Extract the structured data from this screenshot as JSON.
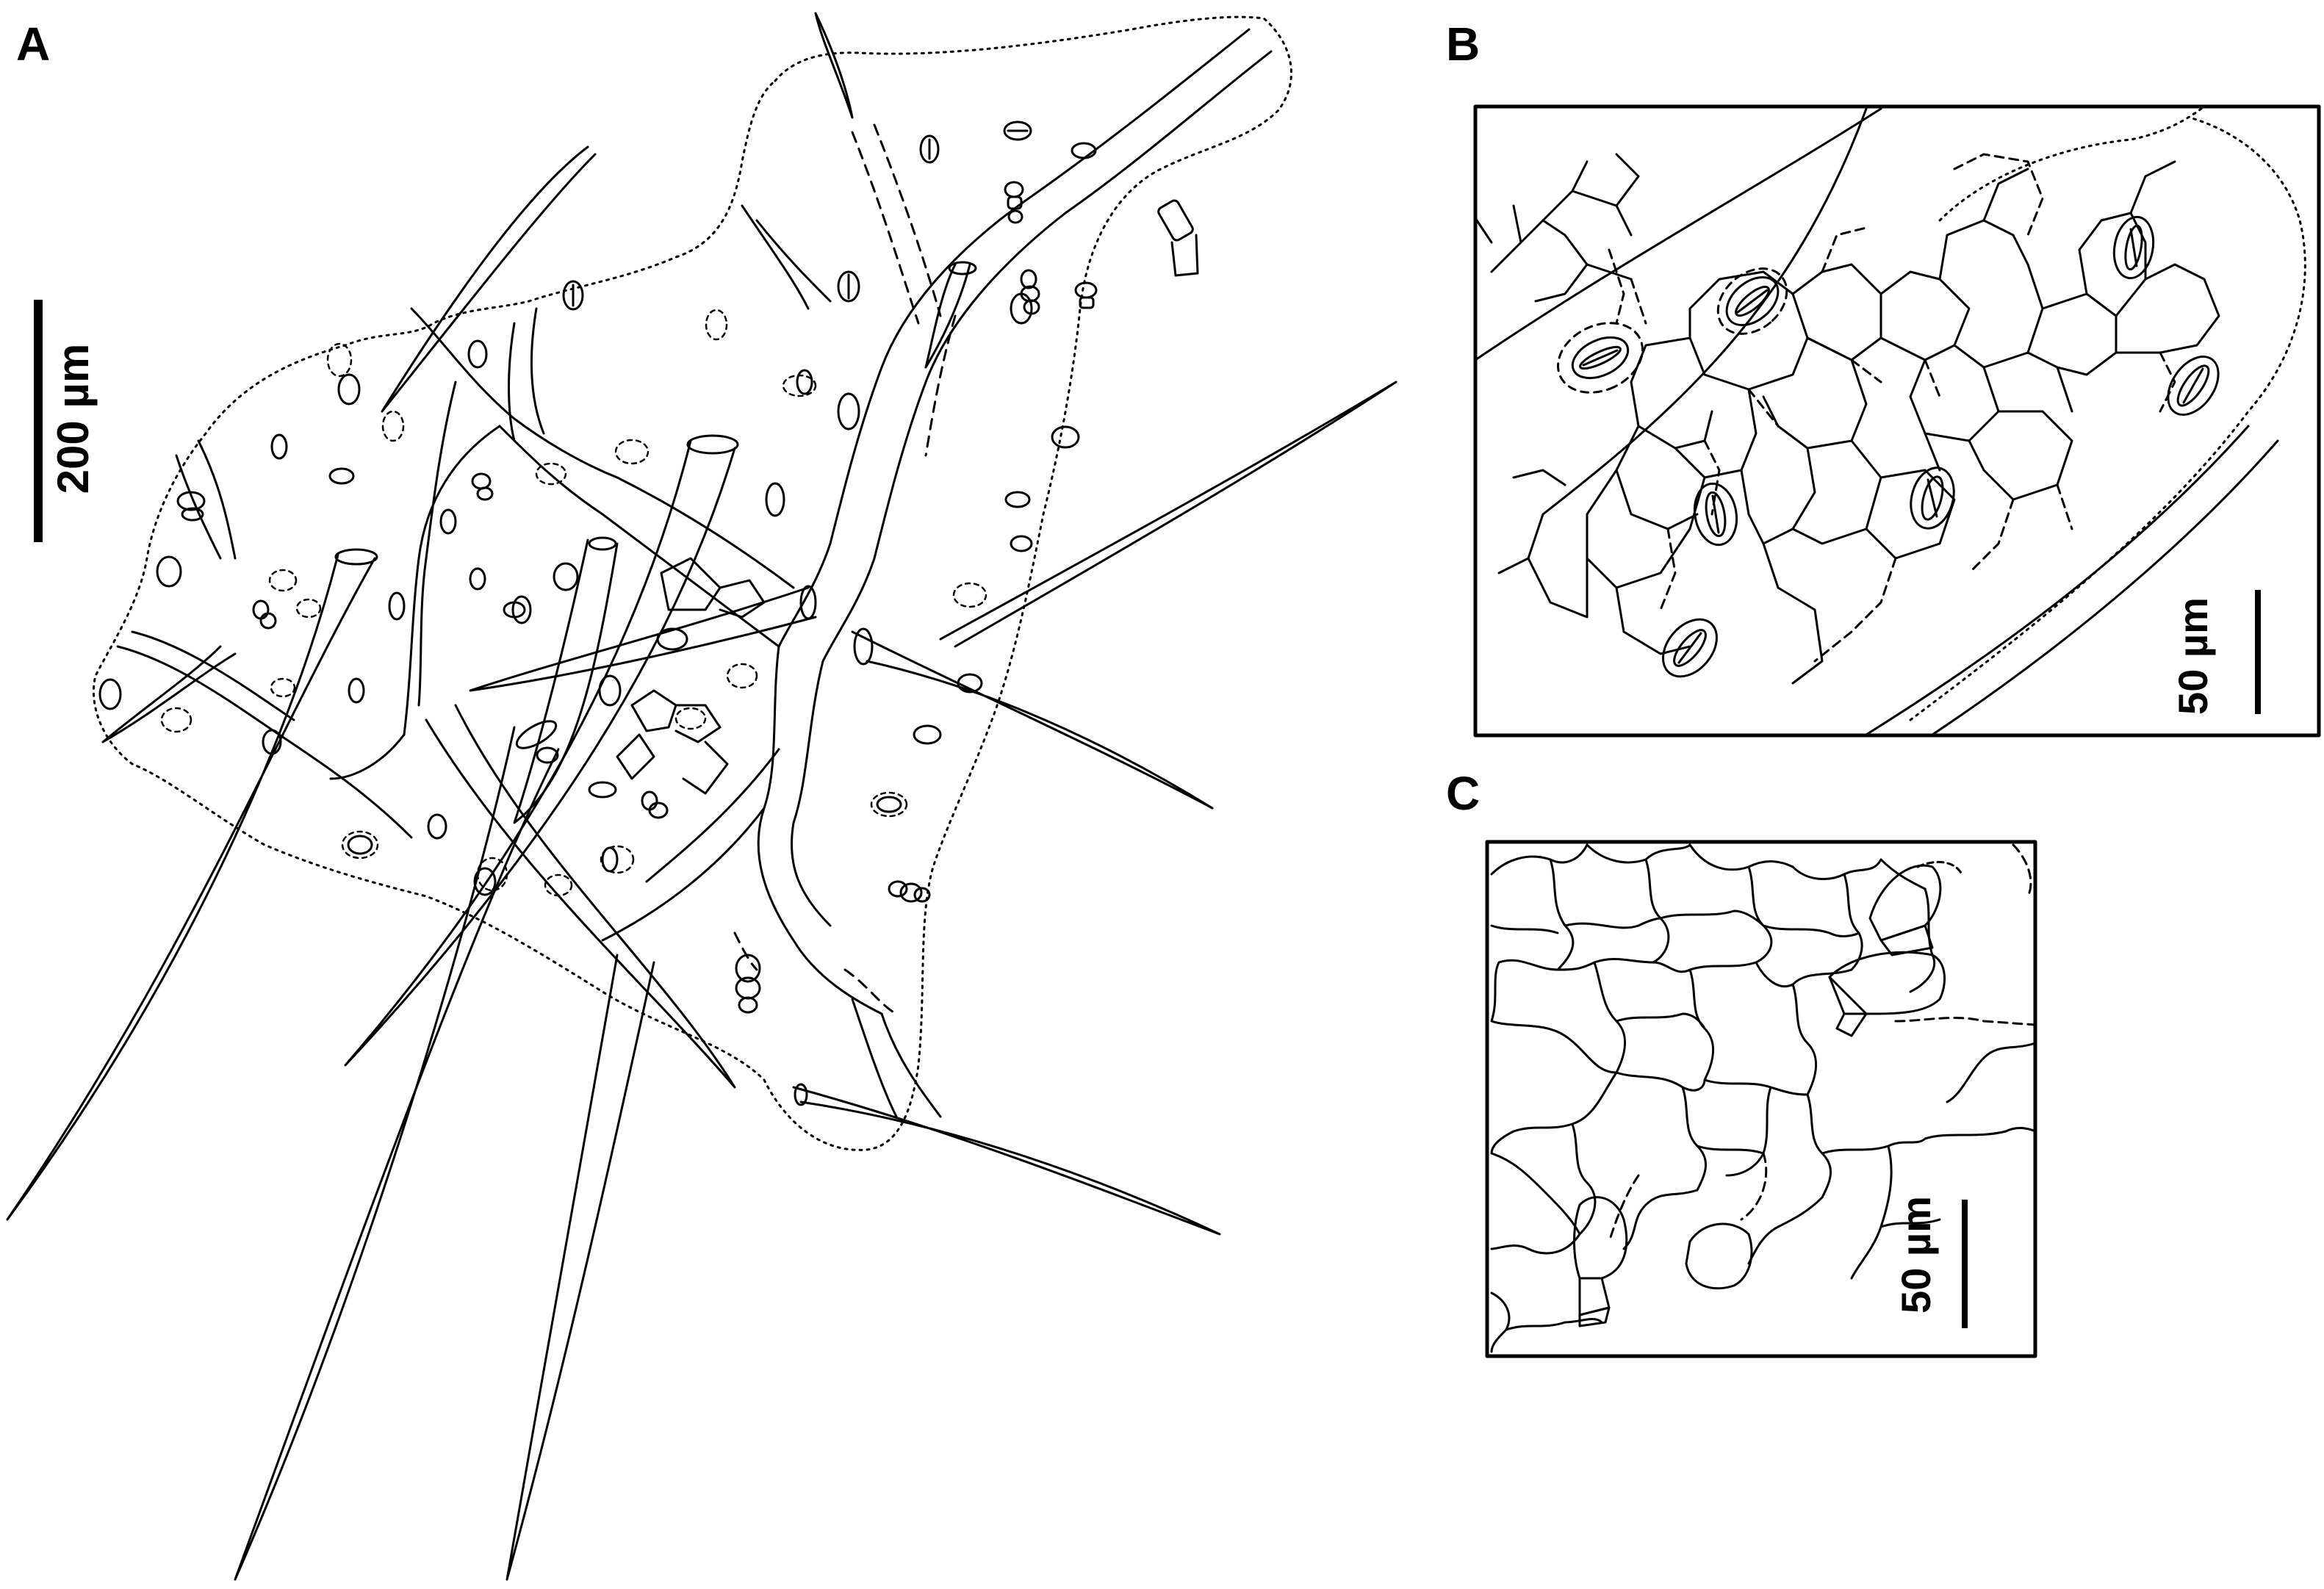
{
  "figure": {
    "panels": [
      {
        "letter": "A",
        "scale_bar_label": "200 µm"
      },
      {
        "letter": "B",
        "scale_bar_label": "50 µm"
      },
      {
        "letter": "C",
        "scale_bar_label": "50 µm"
      }
    ]
  },
  "style": {
    "line_color": "#000000",
    "background": "#ffffff"
  }
}
